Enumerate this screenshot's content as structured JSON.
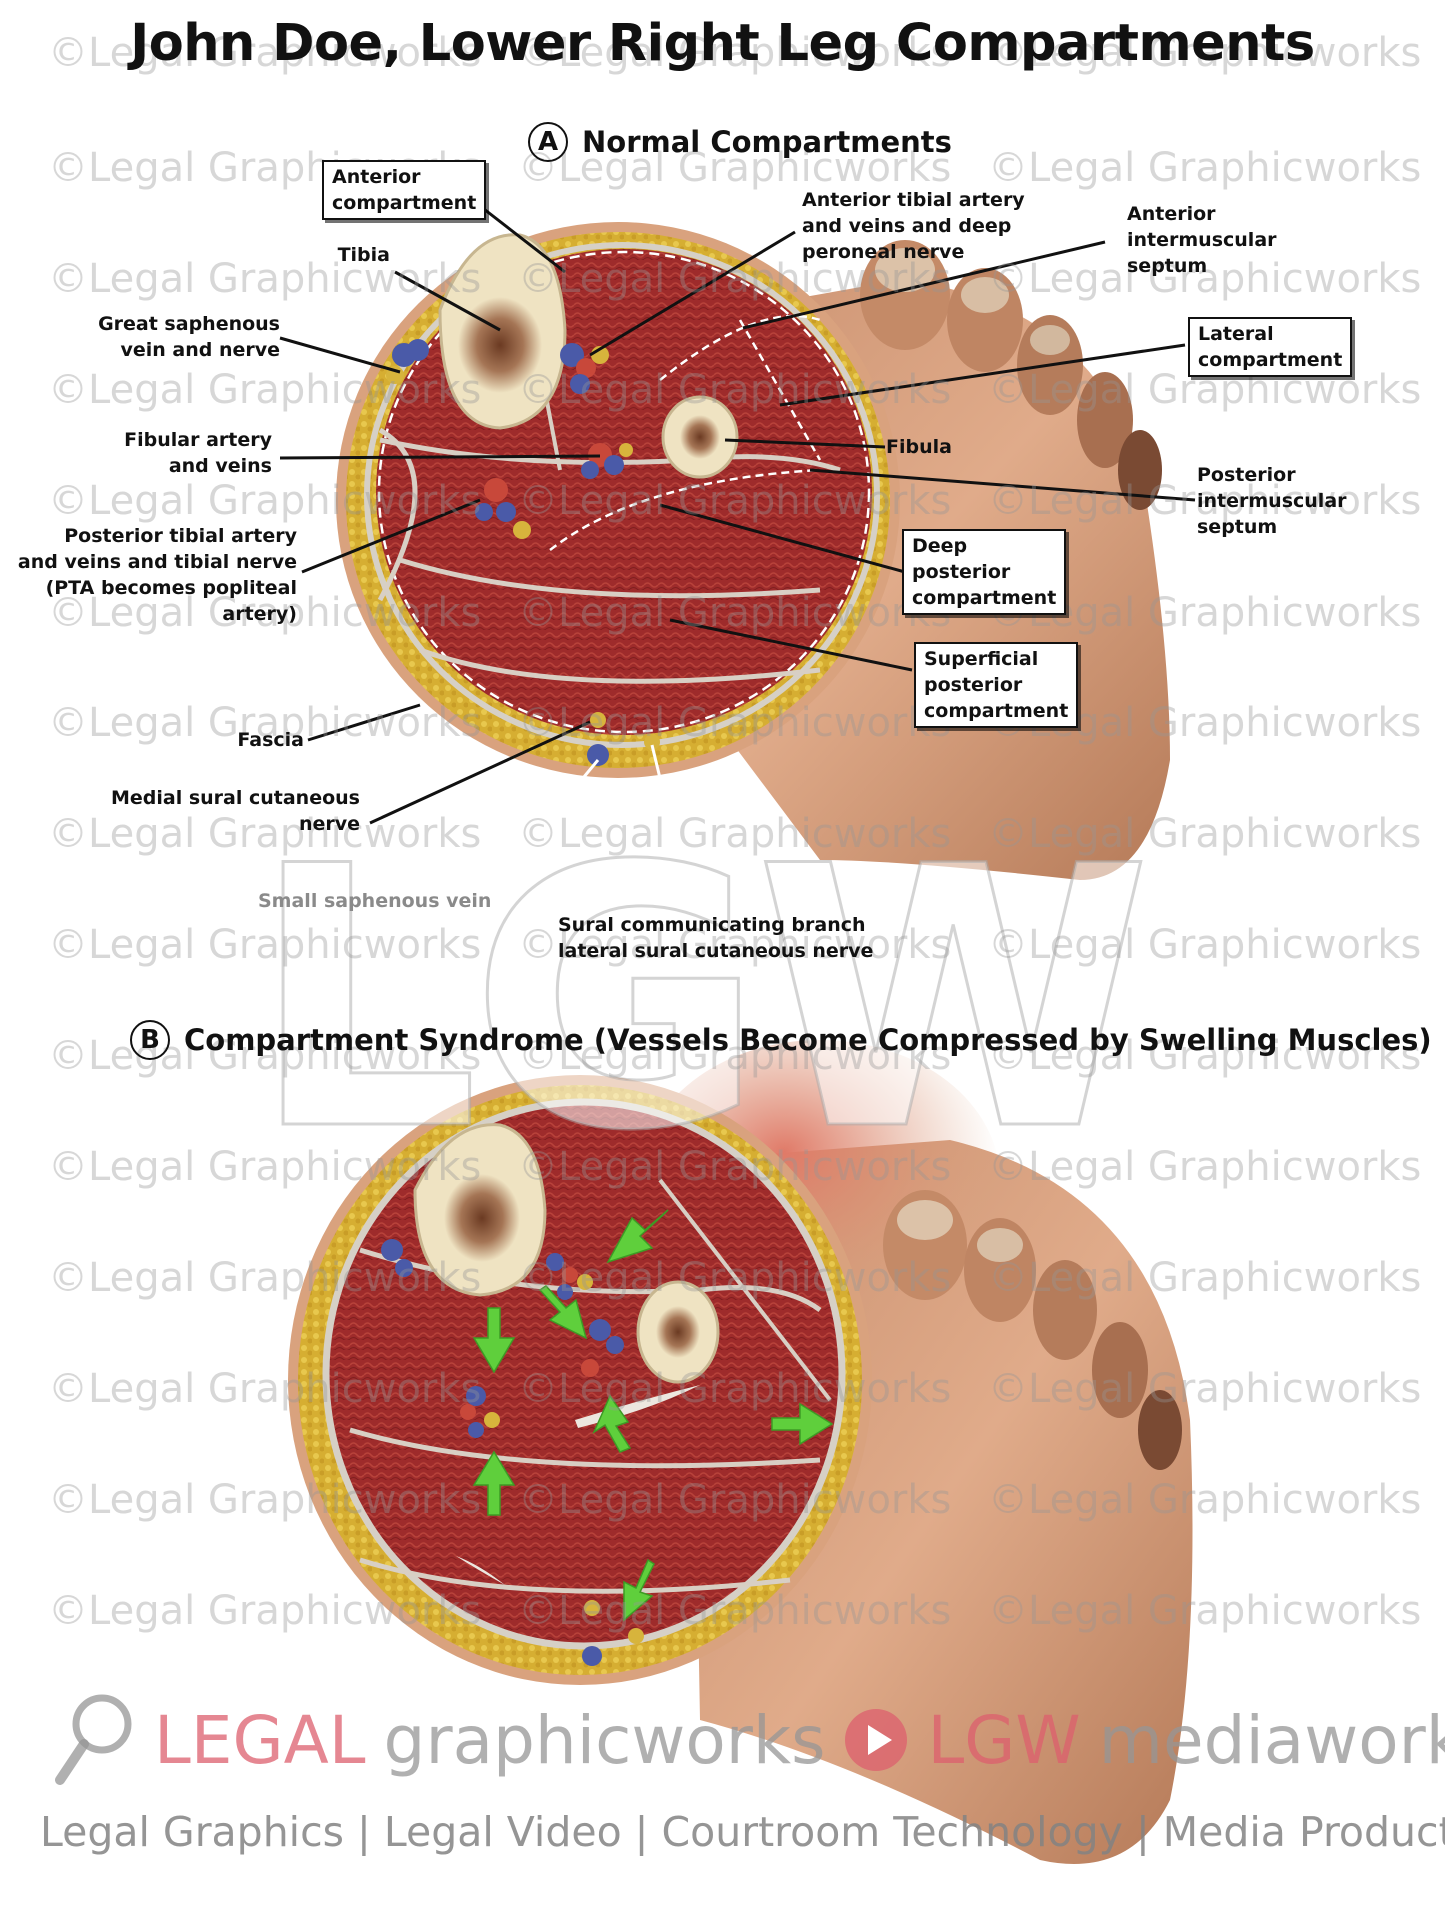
{
  "title": "John Doe, Lower Right Leg Compartments",
  "section_a": {
    "letter": "A",
    "title": "Normal Compartments"
  },
  "section_b": {
    "letter": "B",
    "title": "Compartment Syndrome (Vessels Become Compressed by Swelling Muscles)"
  },
  "labels": {
    "anterior_compartment": "Anterior\ncompartment",
    "tibia": "Tibia",
    "great_saphenous": "Great saphenous\nvein and nerve",
    "fibular_artery": "Fibular artery\nand veins",
    "posterior_tibial": "Posterior tibial artery\nand veins and tibial nerve\n(PTA becomes popliteal\nartery)",
    "fascia": "Fascia",
    "medial_sural": "Medial sural cutaneous\nnerve",
    "small_saphenous": "Small saphenous vein",
    "anterior_tibial": "Anterior tibial artery\nand veins and deep\nperoneal nerve",
    "anterior_septum": "Anterior\nintermuscular\nseptum",
    "lateral_compartment": "Lateral\ncompartment",
    "fibula": "Fibula",
    "posterior_septum": "Posterior\nintermuscular\nseptum",
    "deep_posterior": "Deep\nposterior\ncompartment",
    "superficial_posterior": "Superficial\nposterior\ncompartment",
    "sural_communicating": "Sural communicating branch\nlateral sural cutaneous nerve"
  },
  "watermark": {
    "text": "©Legal Graphicworks",
    "big_mark": "LGW"
  },
  "logo": {
    "icon": "magnifier-icon",
    "legal": "LEGAL",
    "graphicworks": "graphicworks",
    "play_icon": "play-icon",
    "lgw": "LGW",
    "mediaworks": "mediaworks"
  },
  "tagline": "Legal Graphics | Legal Video | Courtroom Technology | Media Production",
  "colors": {
    "muscle": "#9e2b2b",
    "fat": "#d9b53a",
    "skin": "#d9a27e",
    "bone": "#efe3c2",
    "artery": "#c8483a",
    "vein": "#4a5aa8",
    "nerve": "#d7b43c",
    "arrow": "#5fcf3c",
    "logo_red": "#dc5f6e"
  }
}
